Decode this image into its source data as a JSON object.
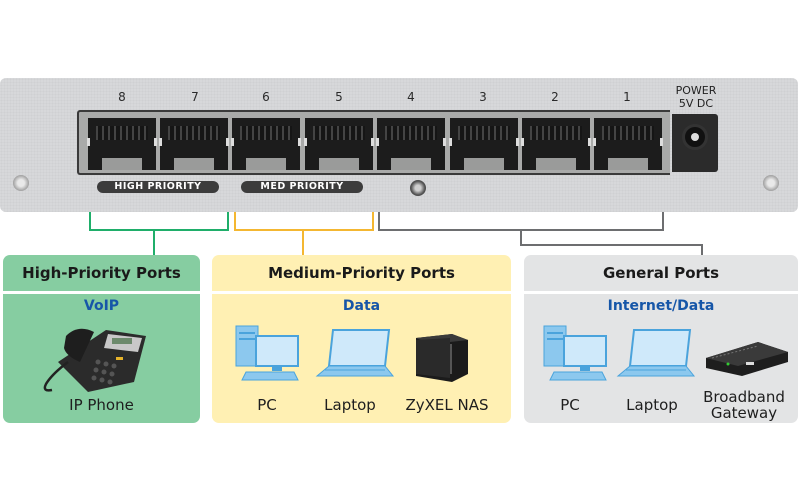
{
  "switch": {
    "port_numbers": [
      "8",
      "7",
      "6",
      "5",
      "4",
      "3",
      "2",
      "1"
    ],
    "power_label_line1": "POWER",
    "power_label_line2": "5V DC",
    "priority_labels": {
      "high": "HIGH PRIORITY",
      "med": "MED PRIORITY"
    }
  },
  "colors": {
    "high": "#1fae6a",
    "medium": "#f4b731",
    "general": "#6d6e70",
    "high_panel": "#86cda1",
    "medium_panel": "#fff0b3",
    "general_panel": "#e3e4e5",
    "subtitle": "#1656a8"
  },
  "panels": [
    {
      "title": "High-Priority Ports",
      "subtitle": "VoIP",
      "devices": [
        {
          "label": "IP Phone",
          "icon": "ip-phone-icon"
        }
      ]
    },
    {
      "title": "Medium-Priority Ports",
      "subtitle": "Data",
      "devices": [
        {
          "label": "PC",
          "icon": "desktop-pc-icon"
        },
        {
          "label": "Laptop",
          "icon": "laptop-icon"
        },
        {
          "label": "ZyXEL NAS",
          "icon": "nas-icon"
        }
      ]
    },
    {
      "title": "General Ports",
      "subtitle": "Internet/Data",
      "devices": [
        {
          "label": "PC",
          "icon": "desktop-pc-icon"
        },
        {
          "label": "Laptop",
          "icon": "laptop-icon"
        },
        {
          "label": "Broadband Gateway",
          "label_line1": "Broadband",
          "label_line2": "Gateway",
          "icon": "gateway-router-icon"
        }
      ]
    }
  ]
}
